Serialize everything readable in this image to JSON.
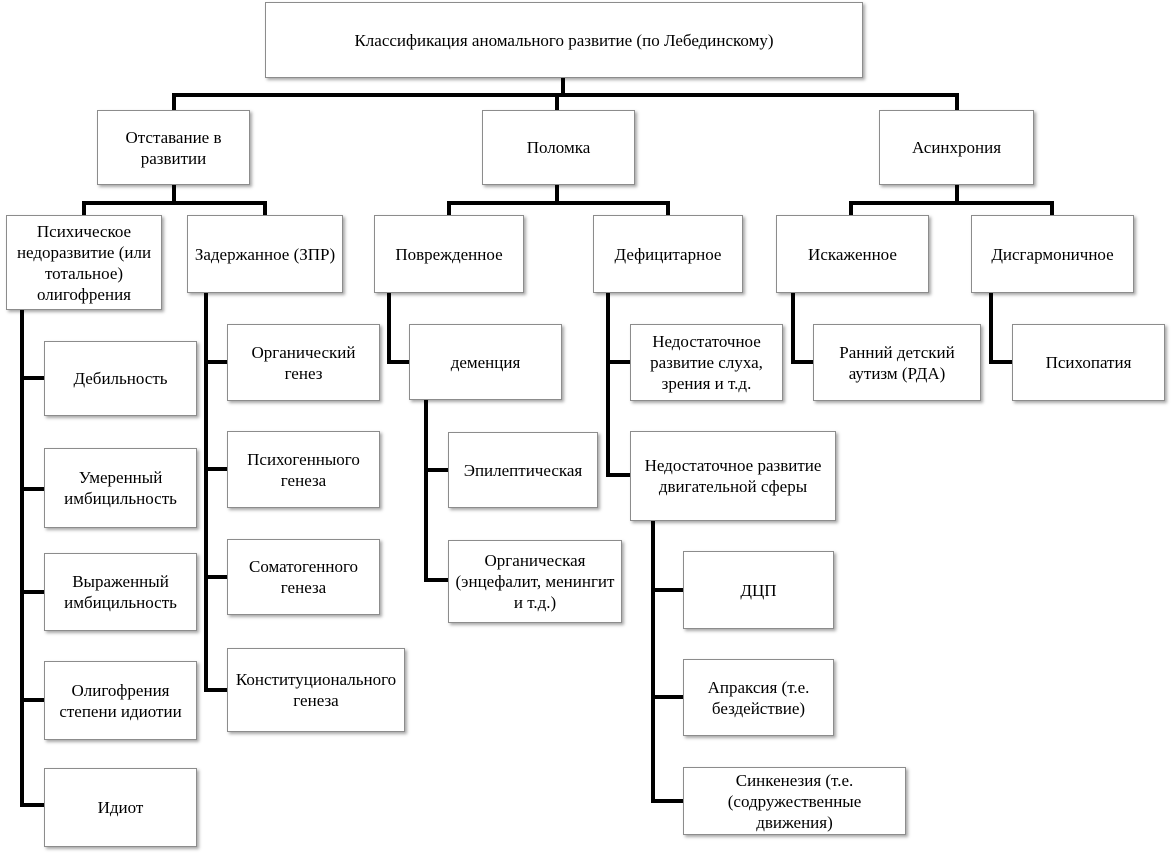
{
  "diagram": {
    "root": "Классификация аномального развитие (по Лебединскому)",
    "branches": {
      "lag": "Отставание в развитии",
      "damage": "Поломка",
      "async": "Асинхрония"
    },
    "lag": {
      "mental_underdev": "Психическое недоразвитие (или тотальное) олигофрения",
      "delayed": "Задержанное (ЗПР)",
      "mental_items": [
        "Дебильность",
        "Умеренный имбицильность",
        "Выраженный имбицильность",
        "Олигофрения степени идиотии",
        "Идиот"
      ],
      "delayed_items": [
        "Органический генез",
        "Психогенныого генеза",
        "Соматогенного генеза",
        "Конституционального генеза"
      ]
    },
    "damage": {
      "damaged": "Поврежденное",
      "deficit": "Дефицитарное",
      "dementia": "деменция",
      "dementia_items": [
        "Эпилептическая",
        "Органическая (энцефалит, менингит и т.д.)"
      ],
      "deficit_sensory": "Недостаточное развитие слуха, зрения и т.д.",
      "deficit_motor": "Недостаточное развитие двигательной сферы",
      "motor_items": [
        "ДЦП",
        "Апраксия (т.е. бездействие)",
        "Синкенезия (т.е. (содружественные движения)"
      ]
    },
    "async": {
      "distorted": "Искаженное",
      "disharmonious": "Дисгармоничное",
      "distorted_item": "Ранний детский аутизм (РДА)",
      "disharmonious_item": "Психопатия"
    }
  }
}
